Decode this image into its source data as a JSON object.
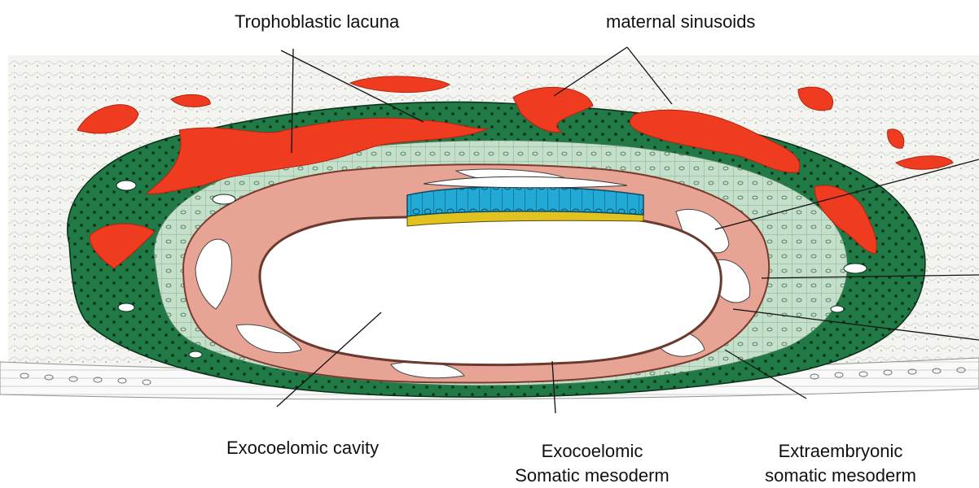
{
  "labels": {
    "trophoblastic_lacuna": "Trophoblastic lacuna",
    "maternal_sinusoids": "maternal sinusoids",
    "exocoelomic_cavity": "Exocoelomic cavity",
    "exocoelomic_somatic_line1": "Exocoelomic",
    "exocoelomic_somatic_line2": "Somatic mesoderm",
    "extraembryonic_line1": "Extraembryonic",
    "extraembryonic_line2": "somatic mesoderm"
  },
  "colors": {
    "endometrium_bg": "#f3f4f0",
    "syncytiotrophoblast": "#1f7a45",
    "cytotrophoblast": "#bfdcc6",
    "lacunae": "#ef3b1f",
    "extraembryonic_mesoderm": "#e7a394",
    "epiblast": "#23a9d6",
    "hypoblast": "#e2c21e",
    "cavity": "#ffffff"
  }
}
